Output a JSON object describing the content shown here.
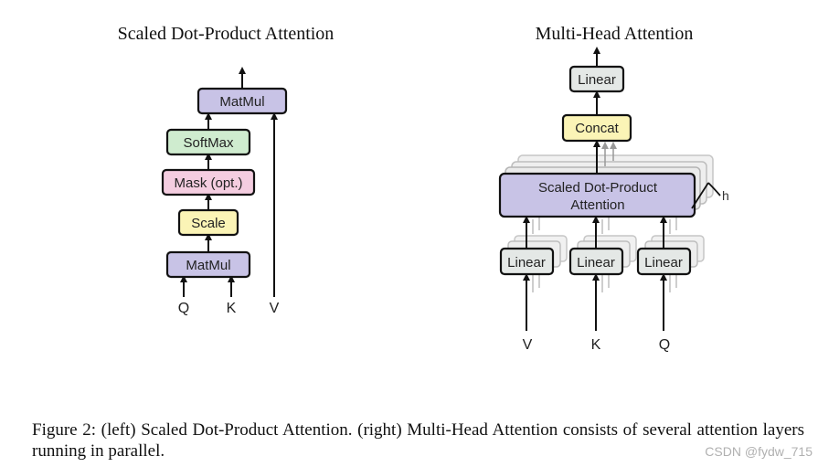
{
  "left": {
    "title": "Scaled Dot-Product Attention",
    "matmul_top": "MatMul",
    "softmax": "SoftMax",
    "mask": "Mask (opt.)",
    "scale": "Scale",
    "matmul_bottom": "MatMul",
    "inputs": [
      "Q",
      "K",
      "V"
    ]
  },
  "right": {
    "title": "Multi-Head Attention",
    "linear_top": "Linear",
    "concat": "Concat",
    "attention_line1": "Scaled Dot-Product",
    "attention_line2": "Attention",
    "heads": "h",
    "linear_v": "Linear",
    "linear_k": "Linear",
    "linear_q": "Linear",
    "inputs": [
      "V",
      "K",
      "Q"
    ]
  },
  "caption": "Figure 2: (left) Scaled Dot-Product Attention. (right) Multi-Head Attention consists of several attention layers running in parallel.",
  "watermark": "CSDN @fydw_715",
  "colors": {
    "matmul": "#c8c3e6",
    "softmax": "#cfeccf",
    "mask": "#f4cde0",
    "scale": "#fbf4b6",
    "linear": "#e4e8e6",
    "concat": "#fbf4b6",
    "attention": "#c8c3e6",
    "stroke": "#111111"
  }
}
